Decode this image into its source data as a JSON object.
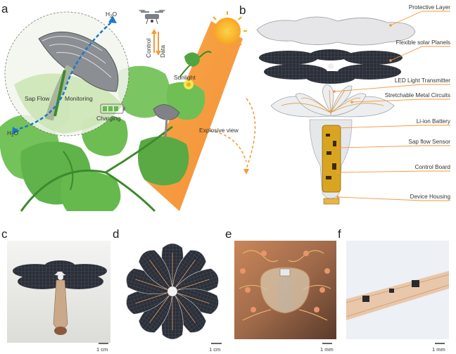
{
  "panels": {
    "a": "a",
    "b": "b",
    "c": "c",
    "d": "d",
    "e": "e",
    "f": "f"
  },
  "panel_a": {
    "h2o_top": "H",
    "h2o_top_sub": "2",
    "h2o_top_o": "O",
    "h2o_bottom": "H",
    "h2o_bottom_sub": "2",
    "h2o_bottom_o": "O",
    "sap_flow": "Sap Flow",
    "monitoring": "Monitoring",
    "charging": "Charging",
    "data": "Data",
    "control": "Control",
    "sunlight": "Sunlight",
    "explosive_view": "Explosive view"
  },
  "panel_b": {
    "labels": [
      "Protective Layer",
      "Flexible solar Planels",
      "LED Light Transmitter",
      "Stretchable Metal Circuits",
      "Li-ion Battery",
      "Sap flow Sensor",
      "Control Board",
      "Device Housing"
    ]
  },
  "scale_bars": {
    "c": "1 cm",
    "d": "1 cm",
    "e": "1 mm",
    "f": "1 mm"
  },
  "colors": {
    "orange": "#f39a3a",
    "leaf": "#5fb34a",
    "blue": "#1e78c8",
    "gold": "#d9a520"
  }
}
